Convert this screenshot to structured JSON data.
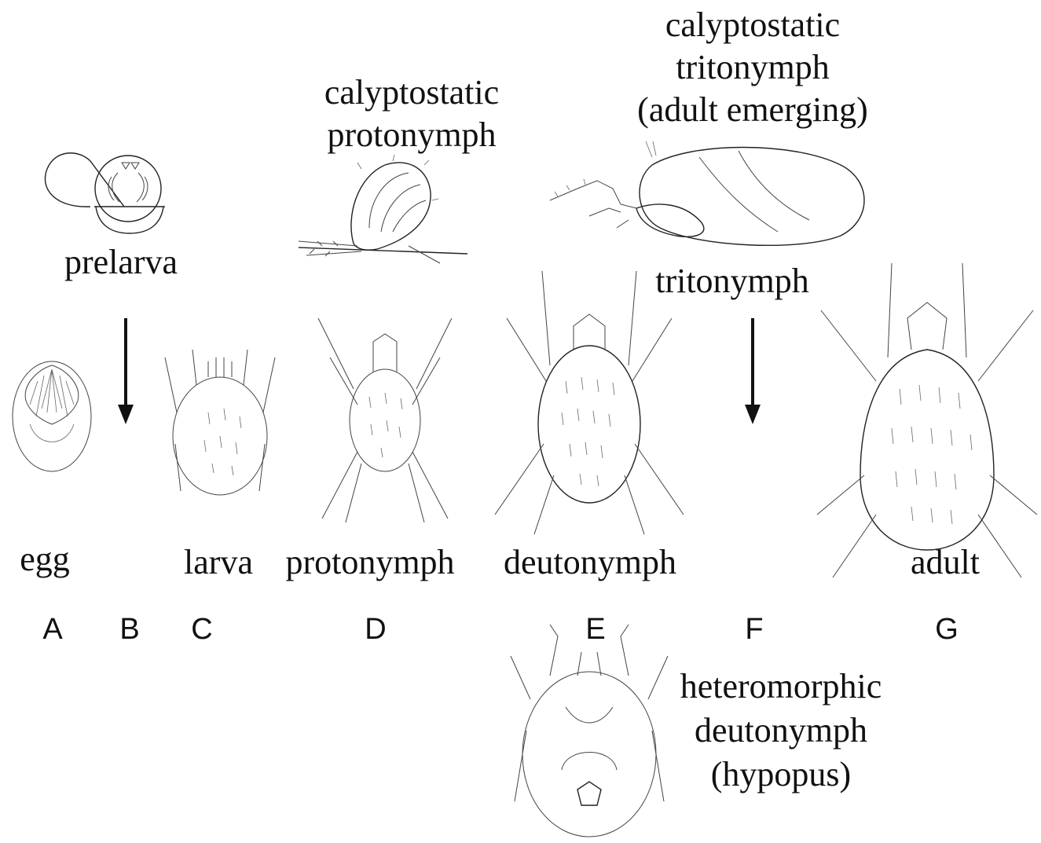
{
  "labels": {
    "prelarva": "prelarva",
    "calyptostatic_protonymph": [
      "calyptostatic",
      "protonymph"
    ],
    "calyptostatic_tritonymph": [
      "calyptostatic",
      "tritonymph",
      "(adult emerging)"
    ],
    "tritonymph": "tritonymph",
    "egg": "egg",
    "larva": "larva",
    "protonymph": "protonymph",
    "deutonymph": "deutonymph",
    "adult": "adult",
    "heteromorphic_deutonymph": [
      "heteromorphic",
      "deutonymph",
      "(hypopus)"
    ]
  },
  "stage_letters": [
    "A",
    "B",
    "C",
    "D",
    "E",
    "F",
    "G"
  ],
  "colors": {
    "ink": "#222222",
    "background": "#ffffff"
  }
}
